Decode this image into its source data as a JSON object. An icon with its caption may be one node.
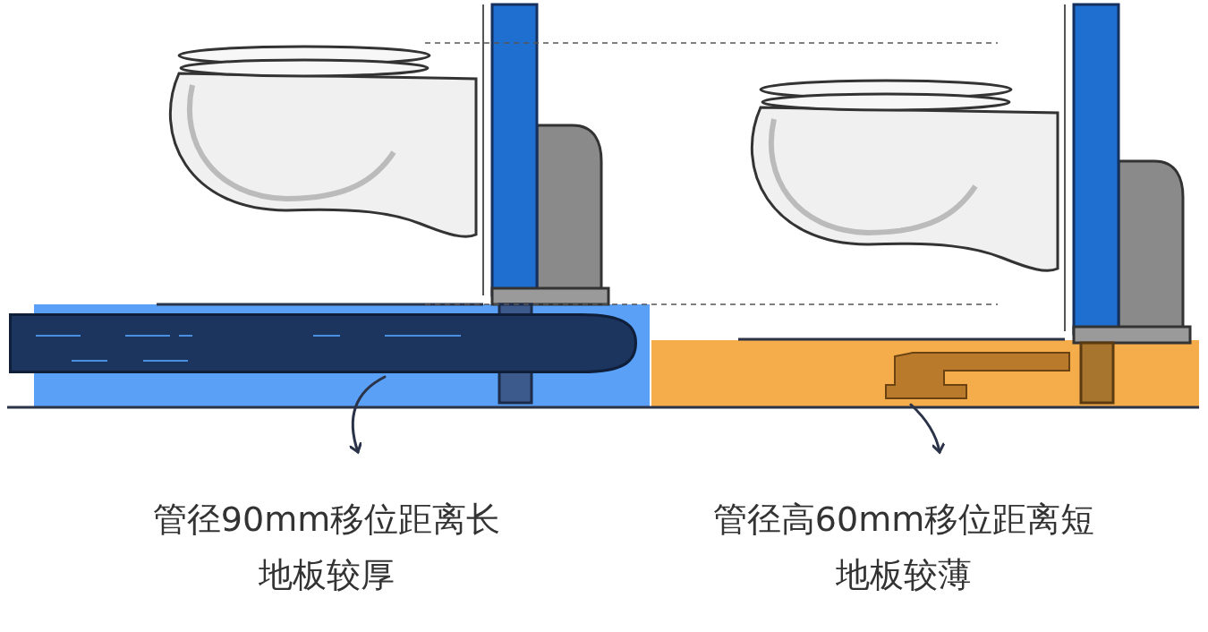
{
  "diagram": {
    "nodes": [
      {
        "text": [],
        "shape": "picture"
      },
      {
        "text": [
          "管径90mm移位距离长",
          "地板较厚"
        ]
      },
      {
        "text": [],
        "shape": "picture"
      },
      {
        "text": [
          "管径高60mm移位距离短",
          "地板较薄"
        ]
      }
    ],
    "edges": [
      {
        "from": 0,
        "to": 1,
        "arrow": "to"
      },
      {
        "from": 2,
        "to": 3,
        "arrow": "to"
      }
    ]
  }
}
